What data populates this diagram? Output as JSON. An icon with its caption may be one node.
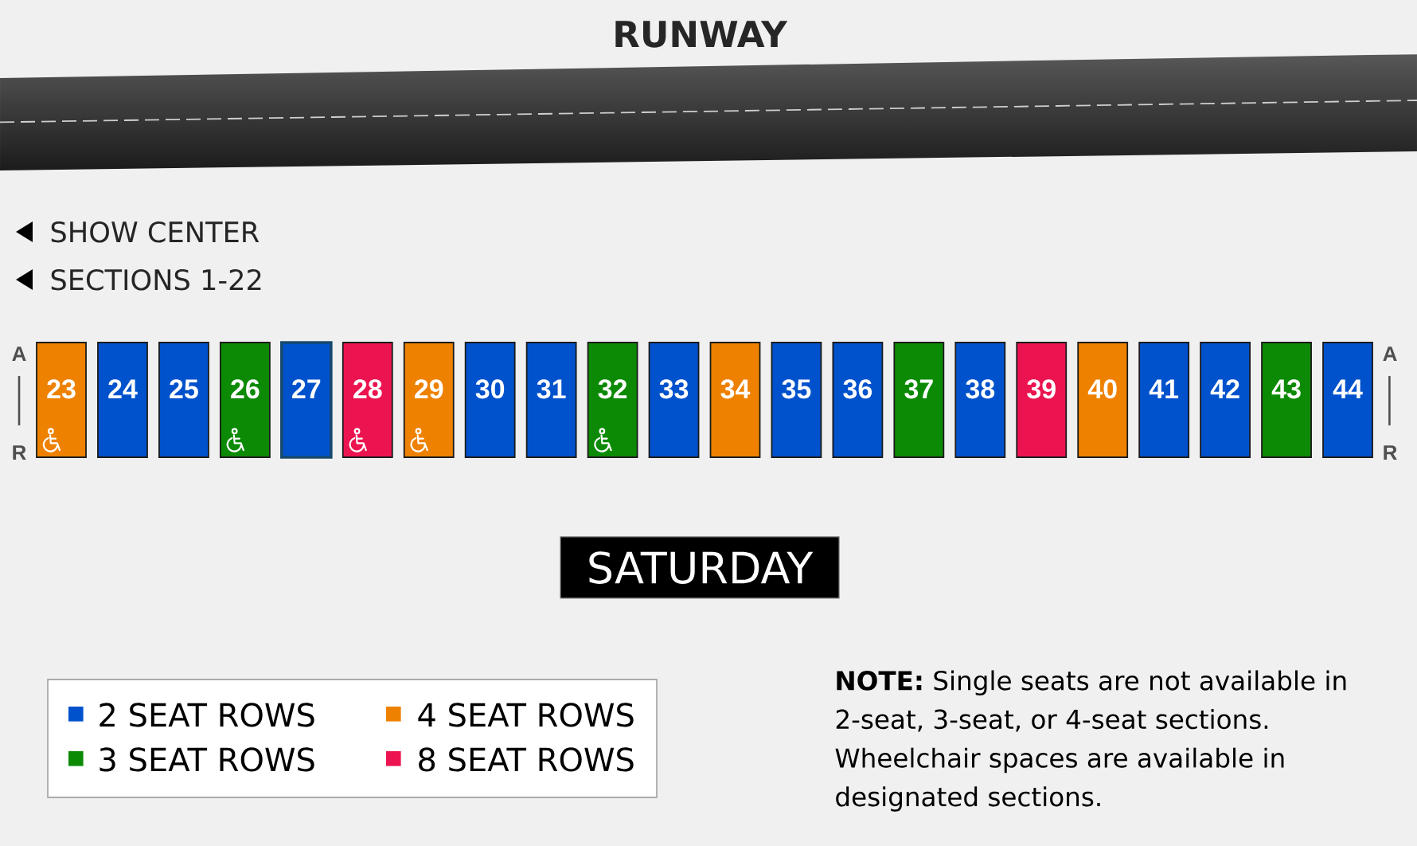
{
  "diagram": {
    "nodes": [
      {
        "text": [
          "23"
        ]
      },
      {
        "text": [
          "24"
        ]
      },
      {
        "text": [
          "25"
        ]
      },
      {
        "text": [
          "26"
        ]
      },
      {
        "text": [
          "27"
        ]
      },
      {
        "text": [
          "28"
        ]
      },
      {
        "text": [
          "29"
        ]
      },
      {
        "text": [
          "30"
        ]
      },
      {
        "text": [
          "31"
        ]
      },
      {
        "text": [
          "32"
        ]
      },
      {
        "text": [
          "33"
        ]
      },
      {
        "text": [
          "34"
        ]
      },
      {
        "text": [
          "35"
        ]
      },
      {
        "text": [
          "36"
        ]
      },
      {
        "text": [
          "37"
        ]
      },
      {
        "text": [
          "38"
        ]
      },
      {
        "text": [
          "39"
        ]
      },
      {
        "text": [
          "40"
        ]
      },
      {
        "text": [
          "41"
        ]
      },
      {
        "text": [
          "42"
        ]
      },
      {
        "text": [
          "43"
        ]
      },
      {
        "text": [
          "44"
        ]
      },
      {
        "text": [
          "SATURDAY"
        ]
      }
    ],
    "labels": [
      "RUNWAY",
      "SHOW CENTER",
      "SECTIONS 1-22",
      "A",
      "R",
      "A",
      "R",
      "**NOTE:** Single seats are not available in 2-seat, 3-seat, or 4-seat sections. Wheelchair spaces are available in designated sections."
    ],
    "legend": [
      {
        "text": "2 SEAT ROWS",
        "color": "#0052cc"
      },
      {
        "text": "4 SEAT ROWS",
        "color": "#ee8100"
      },
      {
        "text": "3 SEAT ROWS",
        "color": "#0c8a05"
      },
      {
        "text": "8 SEAT ROWS",
        "color": "#ec1450"
      }
    ]
  }
}
